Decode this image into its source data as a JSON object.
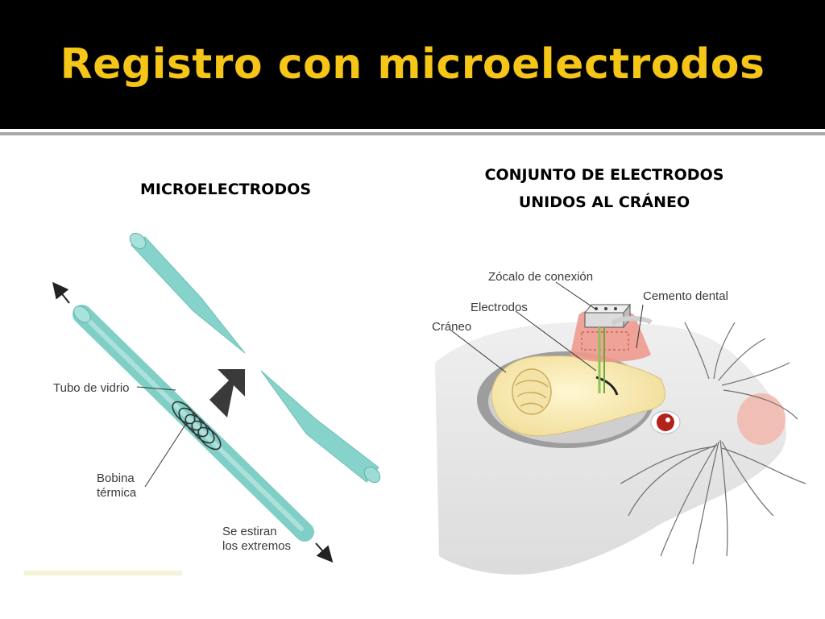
{
  "slide": {
    "title": "Registro con microelectrodos"
  },
  "left_panel": {
    "caption": "MICROELECTRODOS",
    "labels": {
      "glass_tube": "Tubo de vidrio",
      "coil_line1": "Bobina",
      "coil_line2": "térmica",
      "stretch_line1": "Se estiran",
      "stretch_line2": "los extremos"
    }
  },
  "right_panel": {
    "caption_line1": "CONJUNTO DE ELECTRODOS",
    "caption_line2": "UNIDOS AL CRÁNEO",
    "labels": {
      "socket": "Zócalo de conexión",
      "electrodes": "Electrodos",
      "skull": "Cráneo",
      "dental_cement": "Cemento dental"
    }
  },
  "colors": {
    "title": "#f5c518",
    "tube": "#86d3cc",
    "cement": "#ee9a8e",
    "brain": "#f6ecbc"
  }
}
